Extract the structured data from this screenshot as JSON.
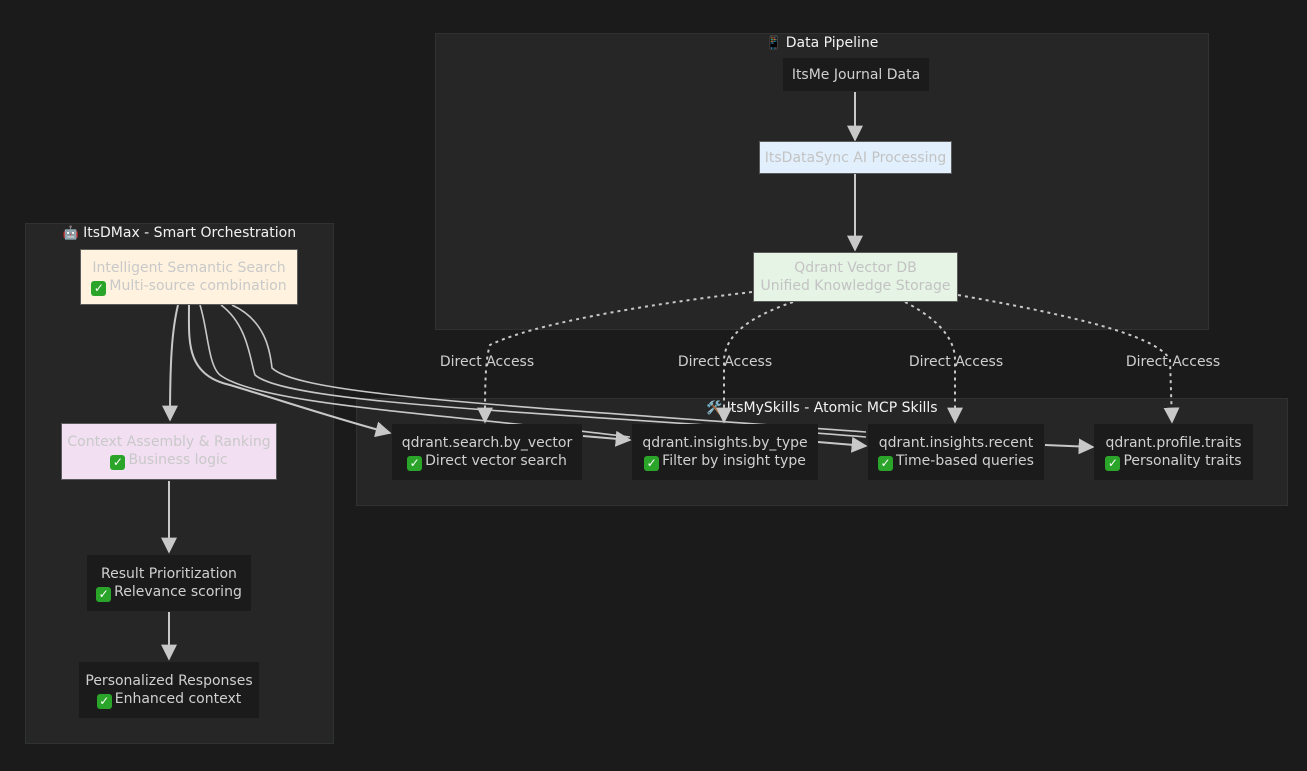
{
  "clusters": {
    "pipeline": {
      "icon": "📱",
      "title": "Data Pipeline"
    },
    "dmax": {
      "icon": "🤖",
      "title": "ItsDMax - Smart Orchestration"
    },
    "skills": {
      "icon": "🛠️",
      "title": "ItsMySkills - Atomic MCP Skills"
    }
  },
  "nodes": {
    "journal": {
      "line1": "ItsMe Journal Data"
    },
    "datasync": {
      "line1": "ItsDataSync AI Processing"
    },
    "qdrant": {
      "line1": "Qdrant Vector DB",
      "line2": "Unified Knowledge Storage"
    },
    "semantic": {
      "line1": "Intelligent Semantic Search",
      "line2": "Multi-source combination"
    },
    "context": {
      "line1": "Context Assembly & Ranking",
      "line2": "Business logic"
    },
    "prioritize": {
      "line1": "Result Prioritization",
      "line2": "Relevance scoring"
    },
    "personal": {
      "line1": "Personalized Responses",
      "line2": "Enhanced context"
    },
    "by_vector": {
      "line1": "qdrant.search.by_vector",
      "line2": "Direct vector search"
    },
    "by_type": {
      "line1": "qdrant.insights.by_type",
      "line2": "Filter by insight type"
    },
    "recent": {
      "line1": "qdrant.insights.recent",
      "line2": "Time-based queries"
    },
    "traits": {
      "line1": "qdrant.profile.traits",
      "line2": "Personality traits"
    }
  },
  "check_glyph": "✓",
  "edge_labels": [
    "Direct Access",
    "Direct Access",
    "Direct Access",
    "Direct Access"
  ],
  "colors": {
    "edge": "#c8c8c8",
    "background": "#1b1b1b",
    "cluster": "#262626"
  }
}
